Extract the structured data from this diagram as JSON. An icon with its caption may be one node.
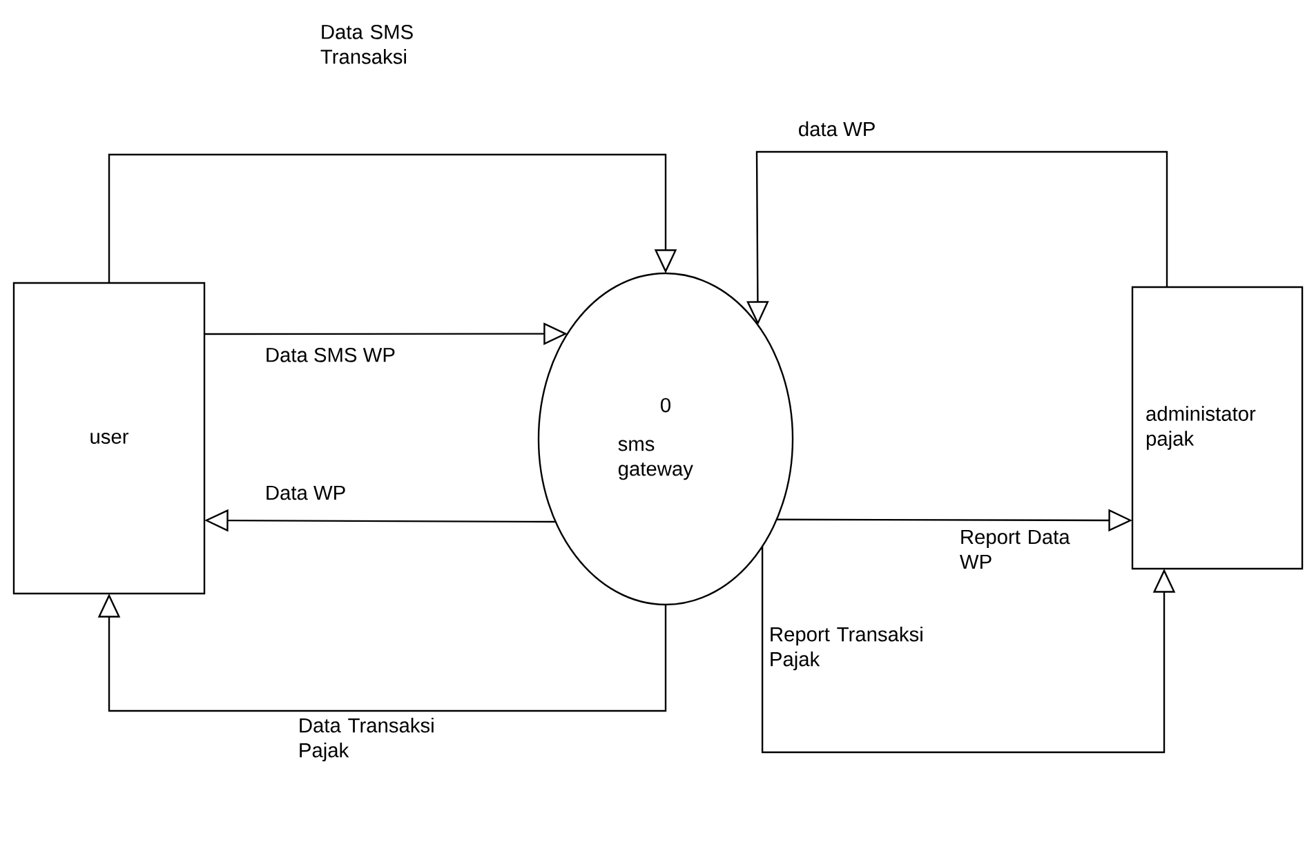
{
  "diagram": {
    "nodes": [
      {
        "text": [
          "user"
        ]
      },
      {
        "text": [
          "0",
          "sms gateway"
        ]
      },
      {
        "text": [
          "administator pajak"
        ]
      }
    ],
    "edges": [
      {
        "from": 0,
        "to": 1,
        "arrow": "to",
        "label": "Data SMS Transaksi"
      },
      {
        "from": 0,
        "to": 1,
        "arrow": "to",
        "label": "Data SMS WP"
      },
      {
        "from": 1,
        "to": 0,
        "arrow": "to",
        "label": "Data WP"
      },
      {
        "from": 2,
        "to": 1,
        "arrow": "to",
        "label": "data WP"
      },
      {
        "from": 1,
        "to": 2,
        "arrow": "to",
        "label": "Report Data WP"
      },
      {
        "from": 1,
        "to": 0,
        "arrow": "to",
        "label": "Data Transaksi Pajak"
      },
      {
        "from": 1,
        "to": 2,
        "arrow": "to",
        "label": "Report Transaksi Pajak"
      }
    ]
  }
}
